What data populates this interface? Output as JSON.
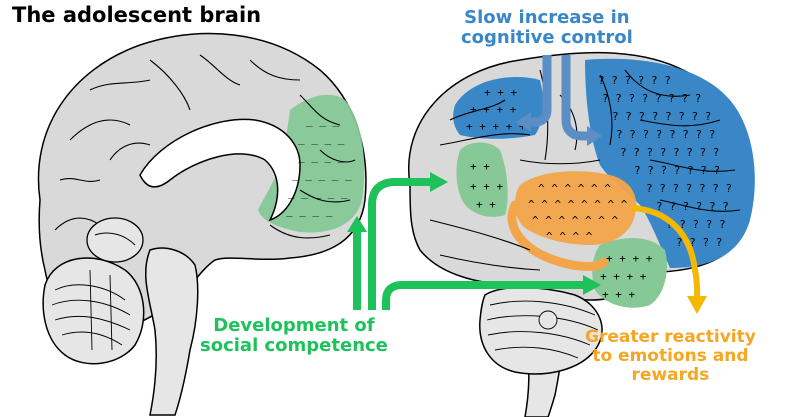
{
  "title": "The adolescent brain",
  "labels": {
    "cognitive_line1": "Slow increase in",
    "cognitive_line2": "cognitive control",
    "social_line1": "Development of",
    "social_line2": "social competence",
    "emotion_line1": "Greater reactivity",
    "emotion_line2": "to emotions and",
    "emotion_line3": "rewards"
  },
  "colors": {
    "cognitive": "#3a87c8",
    "social": "#1ec25a",
    "social_region": "#86c896",
    "emotion": "#f5a623",
    "emotion_region": "#f2a54a",
    "cognitive_arrow": "#5b8ec4",
    "brain_fill": "#d9d9d9"
  },
  "region_symbols": {
    "prefrontal": "?",
    "parietal": "+",
    "limbic": "^",
    "temporal": "+",
    "medial_prefrontal": "-"
  }
}
